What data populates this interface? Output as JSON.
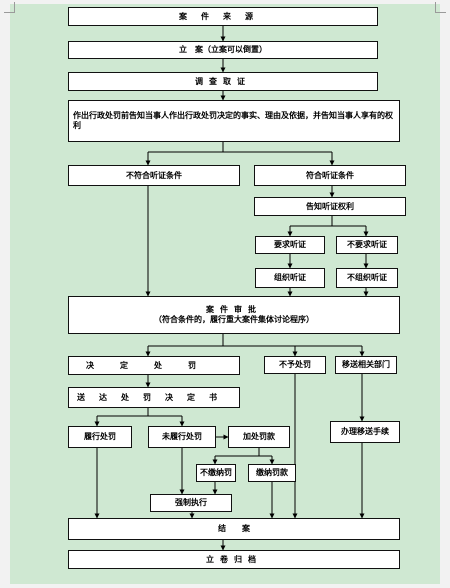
{
  "nodes": {
    "case_source": "案件来源",
    "filing": "立　案（立案可以倒置）",
    "investigation": "调查取证",
    "notify_rights": "作出行政处罚前告知当事人作出行政处罚决定的事实、理由及依据，并告知当事人享有的权利",
    "not_hearing": "不符合听证条件",
    "hearing_cond": "符合听证条件",
    "notify_hearing": "告知听证权利",
    "request_hearing": "要求听证",
    "no_request_hearing": "不要求听证",
    "organize_hearing": "组织听证",
    "no_organize_hearing": "不组织听证",
    "review_title": "案件审批",
    "review_note": "（符合条件的，履行重大案件集体讨论程序）",
    "decide": "决定处罚",
    "no_penalty": "不予处罚",
    "transfer": "移送相关部门",
    "deliver": "送达处罚决定书",
    "executed": "履行处罚",
    "not_executed": "未履行处罚",
    "surcharge": "加处罚款",
    "handle_transfer": "办理移送手续",
    "not_paid": "不缴纳罚",
    "paid": "缴纳罚款",
    "enforce": "强制执行",
    "close": "结　　案",
    "archive": "立卷归档"
  }
}
